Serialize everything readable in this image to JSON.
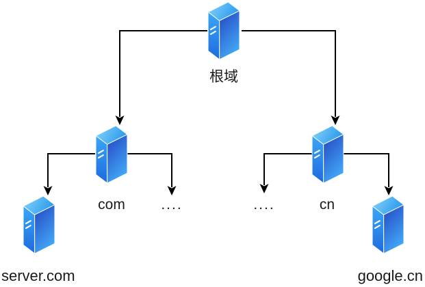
{
  "diagram": {
    "background": "#ffffff",
    "line_color": "#000000",
    "label_color": "#1a1a1a",
    "nodes": {
      "root": {
        "label": "根域",
        "icon": "server-icon"
      },
      "tld_com": {
        "label": "com",
        "icon": "server-icon"
      },
      "tld_cn": {
        "label": "cn",
        "icon": "server-icon"
      },
      "leaf_server_com": {
        "label": "server.com",
        "icon": "server-icon"
      },
      "leaf_google_cn": {
        "label": "google.cn",
        "icon": "server-icon"
      },
      "more_left": {
        "label": "...."
      },
      "more_right": {
        "label": "...."
      }
    },
    "icon_colors": {
      "top_light": "#86d4fa",
      "top_dark": "#2d9ced",
      "side_top": "#3aa7f7",
      "side_bottom": "#1e6ade",
      "front_top": "#2444c2",
      "front_bottom": "#41a6f5",
      "edge": "#ffffff"
    }
  }
}
